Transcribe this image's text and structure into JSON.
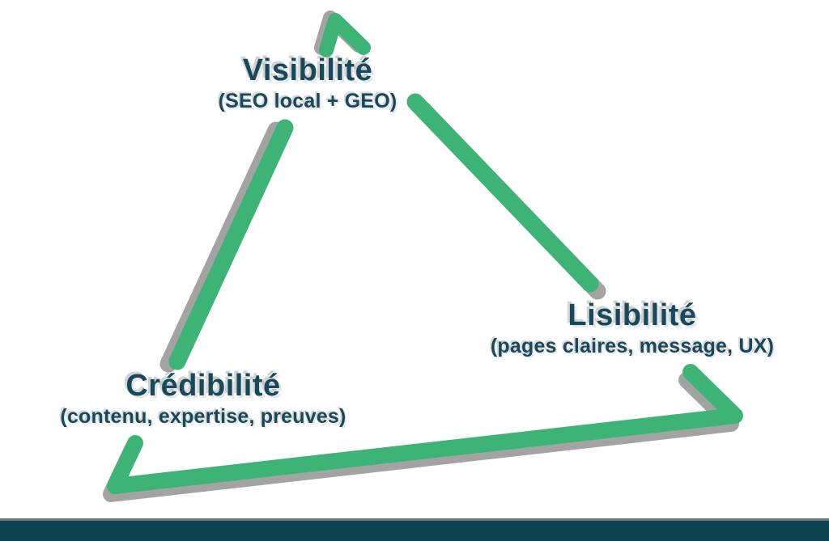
{
  "diagram": {
    "nodes": [
      {
        "id": "visibilite",
        "title": "Visibilité",
        "subtitle": "(SEO local + GEO)"
      },
      {
        "id": "lisibilite",
        "title": "Lisibilité",
        "subtitle": "(pages claires, message, UX)"
      },
      {
        "id": "credibilite",
        "title": "Crédibilité",
        "subtitle": "(contenu, expertise, preuves)"
      }
    ],
    "arrows": [
      {
        "id": "arrow-credibilite-to-visibilite",
        "from": "Crédibilité",
        "to": "Visibilité",
        "head": "chevron-up-above-visibilite"
      },
      {
        "id": "arrow-visibilite-to-lisibilite",
        "from": "Visibilité",
        "to": "Lisibilité",
        "head": "none"
      },
      {
        "id": "arrow-lisibilite-to-credibilite",
        "from": "Lisibilité",
        "to": "Crédibilité",
        "head": "barb-at-bottom-left"
      }
    ],
    "colors": {
      "arrow": "#3db476",
      "arrow_shadow": "#939393",
      "text": "#17495c",
      "footer_bar": "#0d4251",
      "background": "#ffffff"
    }
  }
}
